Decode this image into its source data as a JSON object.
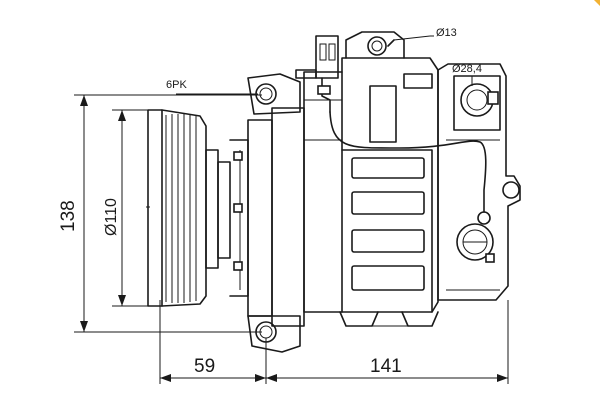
{
  "diagram": {
    "colors": {
      "line": "#1a1a1a",
      "background": "#ffffff",
      "corner_mark": "#f2b233"
    },
    "labels": {
      "belt": "6PK",
      "port_small": "Ø13",
      "port_large": "Ø28,4",
      "height": "138",
      "pulley_diameter": "Ø110",
      "pulley_offset": "59",
      "body_length": "141"
    }
  }
}
